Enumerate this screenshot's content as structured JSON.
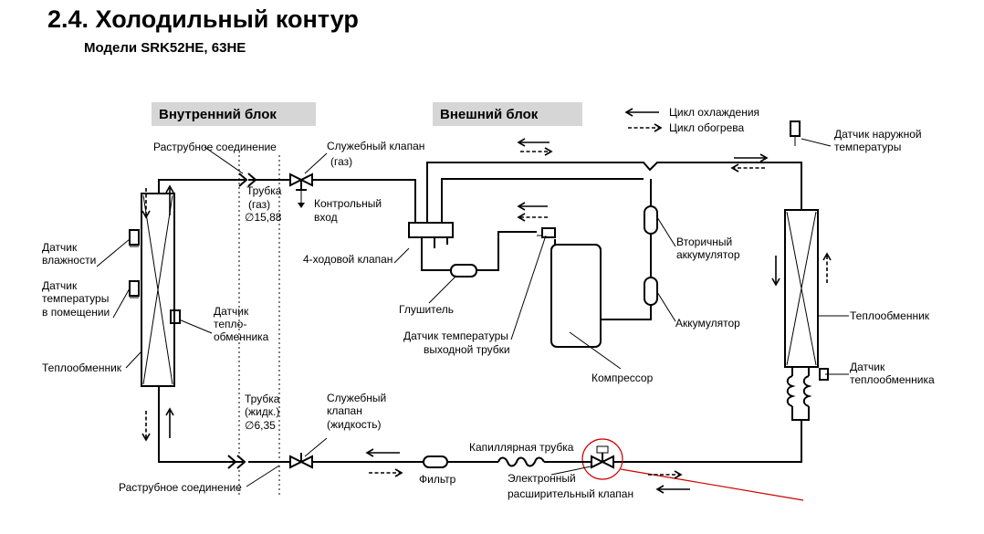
{
  "header": {
    "title": "2.4. Холодильный контур",
    "subtitle": "Модели SRK52HE, 63HE"
  },
  "blocks": {
    "indoor": "Внутренний блок",
    "outdoor": "Внешний блок"
  },
  "legend": {
    "cooling": "Цикл охлаждения",
    "heating": "Цикл обогрева"
  },
  "labels": {
    "flare_top": "Раструбное соединение",
    "service_gas_1": "Служебный клапан",
    "service_gas_2": "(газ)",
    "pipe_gas_1": "Трубка",
    "pipe_gas_2": "(газ)",
    "pipe_gas_3": "∅15,88",
    "control_1": "Контрольный",
    "control_2": "вход",
    "four_way": "4-ходовой клапан",
    "muffler": "Глушитель",
    "humidity_1": "Датчик",
    "humidity_2": "влажности",
    "room_temp_1": "Датчик",
    "room_temp_2": "температуры",
    "room_temp_3": "в помещении",
    "hx_indoor": "Теплообменник",
    "hx_sensor_1": "Датчик",
    "hx_sensor_2": "тепло-",
    "hx_sensor_3": "обменника",
    "discharge_1": "Датчик температуры",
    "discharge_2": "выходной трубки",
    "compressor": "Компрессор",
    "secondary_acc_1": "Вторичный",
    "secondary_acc_2": "аккумулятор",
    "accumulator": "Аккумулятор",
    "outdoor_temp_1": "Датчик наружной",
    "outdoor_temp_2": "температуры",
    "hx_outdoor": "Теплообменник",
    "hx_out_sensor_1": "Датчик",
    "hx_out_sensor_2": "теплообменника",
    "pipe_liq_1": "Трубка",
    "pipe_liq_2": "(жидк.)",
    "pipe_liq_3": "∅6,35",
    "service_liq_1": "Служебный",
    "service_liq_2": "клапан",
    "service_liq_3": "(жидкость)",
    "capillary": "Капиллярная трубка",
    "filter": "Фильтр",
    "flare_bottom": "Раструбное соединение",
    "exv_1": "Электронный",
    "exv_2": "расширительный клапан"
  },
  "colors": {
    "header_bg": "#d6d6d6",
    "highlight": "#cc0000"
  }
}
